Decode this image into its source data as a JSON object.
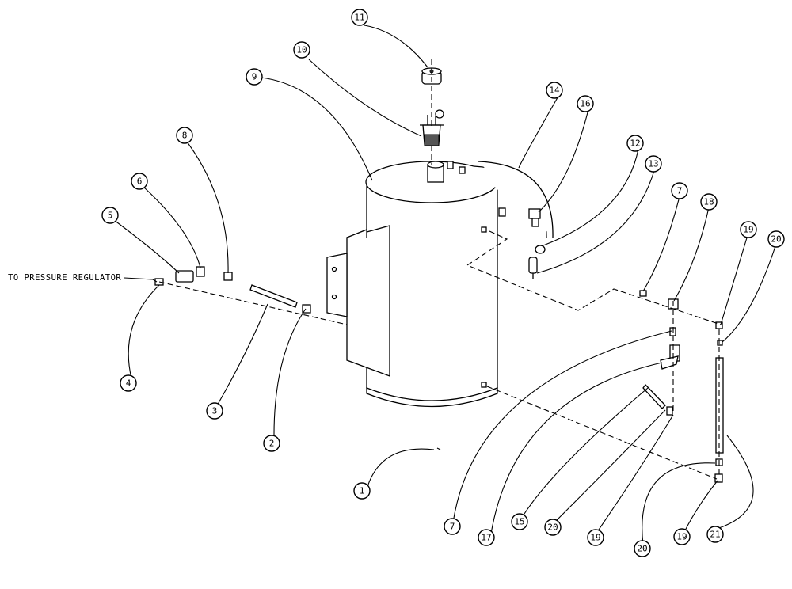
{
  "diagram": {
    "note_label": "TO PRESSURE REGULATOR",
    "callouts": [
      "1",
      "2",
      "3",
      "4",
      "5",
      "6",
      "7",
      "8",
      "9",
      "10",
      "11",
      "12",
      "13",
      "14",
      "16",
      "17",
      "18",
      "19",
      "20",
      "21",
      "15"
    ],
    "callout_list": [
      {
        "id": "c1",
        "num": "1"
      },
      {
        "id": "c2",
        "num": "2"
      },
      {
        "id": "c3",
        "num": "3"
      },
      {
        "id": "c4",
        "num": "4"
      },
      {
        "id": "c5",
        "num": "5"
      },
      {
        "id": "c6",
        "num": "6"
      },
      {
        "id": "c7a",
        "num": "7"
      },
      {
        "id": "c7b",
        "num": "7"
      },
      {
        "id": "c8",
        "num": "8"
      },
      {
        "id": "c9",
        "num": "9"
      },
      {
        "id": "c10",
        "num": "10"
      },
      {
        "id": "c11",
        "num": "11"
      },
      {
        "id": "c12",
        "num": "12"
      },
      {
        "id": "c13",
        "num": "13"
      },
      {
        "id": "c14",
        "num": "14"
      },
      {
        "id": "c15",
        "num": "15"
      },
      {
        "id": "c16",
        "num": "16"
      },
      {
        "id": "c17",
        "num": "17"
      },
      {
        "id": "c18",
        "num": "18"
      },
      {
        "id": "c19a",
        "num": "19"
      },
      {
        "id": "c19b",
        "num": "19"
      },
      {
        "id": "c19c",
        "num": "19"
      },
      {
        "id": "c20a",
        "num": "20"
      },
      {
        "id": "c20b",
        "num": "20"
      },
      {
        "id": "c20c",
        "num": "20"
      },
      {
        "id": "c21",
        "num": "21"
      }
    ]
  }
}
